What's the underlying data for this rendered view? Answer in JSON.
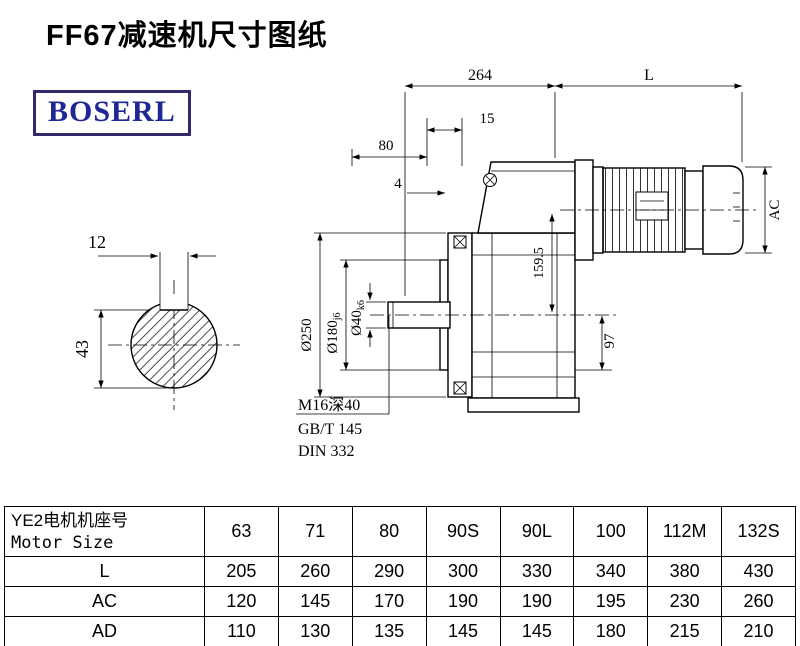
{
  "page": {
    "title": "FF67减速机尺寸图纸",
    "brand": "BOSERL"
  },
  "drawing": {
    "dims": {
      "top_width": "264",
      "motor_length": "L",
      "offset_15": "15",
      "shaft_len_80": "80",
      "flange_4": "4",
      "motor_diameter_ac": "AC",
      "height_159_5": "159.5",
      "height_97": "97",
      "flange_d250": "Ø250",
      "spigot_d180": "Ø180",
      "spigot_tol": "j6",
      "shaft_d40": "Ø40",
      "shaft_tol": "k6",
      "key_width_12": "12",
      "key_height_43": "43"
    },
    "notes": {
      "tap": "M16深40",
      "std1": "GB/T 145",
      "std2": "DIN 332"
    }
  },
  "table": {
    "header_cn": "YE2电机机座号",
    "header_en": "Motor Size",
    "columns": [
      "63",
      "71",
      "80",
      "90S",
      "90L",
      "100",
      "112M",
      "132S"
    ],
    "rows": [
      {
        "label": "L",
        "values": [
          "205",
          "260",
          "290",
          "300",
          "330",
          "340",
          "380",
          "430"
        ]
      },
      {
        "label": "AC",
        "values": [
          "120",
          "145",
          "170",
          "190",
          "190",
          "195",
          "230",
          "260"
        ]
      },
      {
        "label": "AD",
        "values": [
          "110",
          "130",
          "135",
          "145",
          "145",
          "180",
          "215",
          "210"
        ]
      }
    ]
  }
}
